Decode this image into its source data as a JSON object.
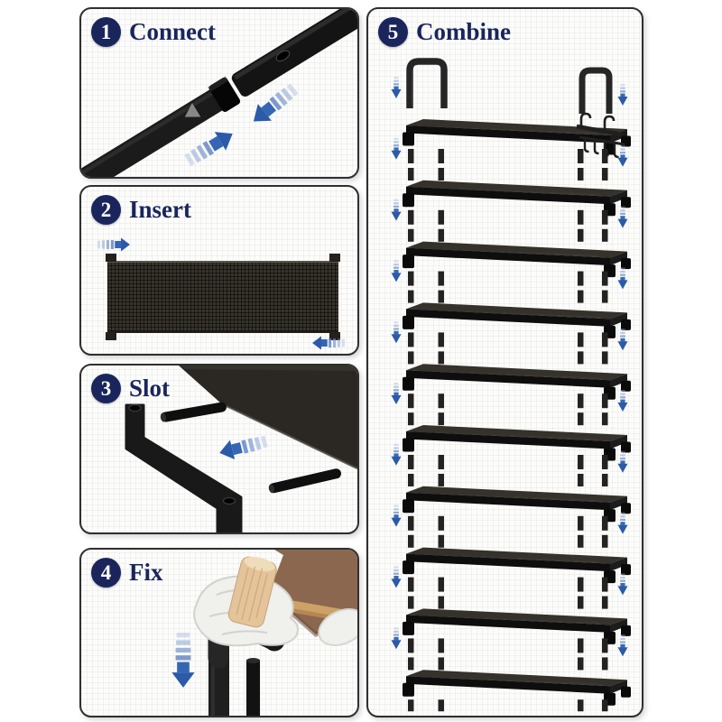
{
  "steps": [
    {
      "number": "1",
      "label": "Connect",
      "icons": [
        "arrow-down-left-icon",
        "arrow-up-right-icon"
      ]
    },
    {
      "number": "2",
      "label": "Insert",
      "icons": [
        "arrow-right-icon",
        "arrow-left-icon"
      ]
    },
    {
      "number": "3",
      "label": "Slot",
      "icons": [
        "arrow-left-icon"
      ]
    },
    {
      "number": "4",
      "label": "Fix",
      "icons": [
        "arrow-down-icon"
      ]
    },
    {
      "number": "5",
      "label": "Combine",
      "icons": [
        "arrow-down-icon"
      ]
    }
  ],
  "combine": {
    "tiers": 10,
    "arrow_columns": 2,
    "arrow_icon": "arrow-down-icon"
  },
  "colors": {
    "navy": "#1a255c",
    "arrowBlue": "#2e5fb2",
    "arrowDeep": "#2b5aa9",
    "arrowLight": "#9fb6de",
    "steel": "#1e1e1e",
    "wood": "#e4c49a",
    "woodHandle": "#cda267",
    "skin": "#8b6750",
    "glove": "#f0f0ed"
  }
}
